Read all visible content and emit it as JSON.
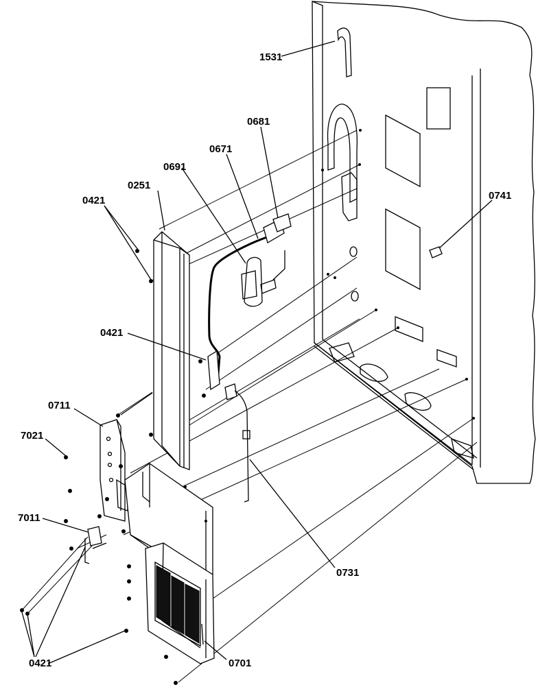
{
  "labels": {
    "l1531": "1531",
    "l0681": "0681",
    "l0671": "0671",
    "l0251": "0251",
    "l0691": "0691",
    "l0421a": "0421",
    "l0741": "0741",
    "l0421b": "0421",
    "l0711": "0711",
    "l7021": "7021",
    "l7011": "7011",
    "l0731": "0731",
    "l0421c": "0421",
    "l0701": "0701"
  }
}
